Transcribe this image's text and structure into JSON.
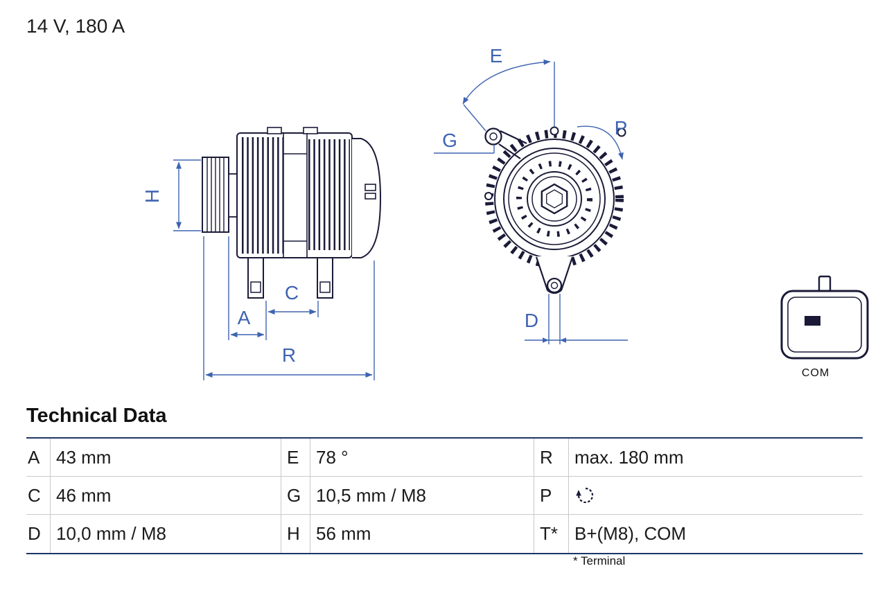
{
  "title": "14 V, 180 A",
  "diagram": {
    "dim_labels": {
      "H": "H",
      "A": "A",
      "C": "C",
      "R": "R",
      "E": "E",
      "G": "G",
      "P": "P",
      "D": "D"
    },
    "connector": {
      "label": "COM"
    },
    "colors": {
      "outline": "#1a1a38",
      "dimension": "#3e63b1"
    }
  },
  "technical_data": {
    "heading": "Technical Data",
    "rows": [
      [
        {
          "k": "A",
          "v": "43 mm"
        },
        {
          "k": "E",
          "v": "78 °"
        },
        {
          "k": "R",
          "v": "max. 180 mm"
        }
      ],
      [
        {
          "k": "C",
          "v": "46 mm"
        },
        {
          "k": "G",
          "v": "10,5 mm / M8"
        },
        {
          "k": "P",
          "icon": "rotation-clockwise-icon"
        }
      ],
      [
        {
          "k": "D",
          "v": "10,0 mm / M8"
        },
        {
          "k": "H",
          "v": "56 mm"
        },
        {
          "k": "T*",
          "v": "B+(M8), COM"
        }
      ]
    ],
    "footnote": "* Terminal"
  }
}
